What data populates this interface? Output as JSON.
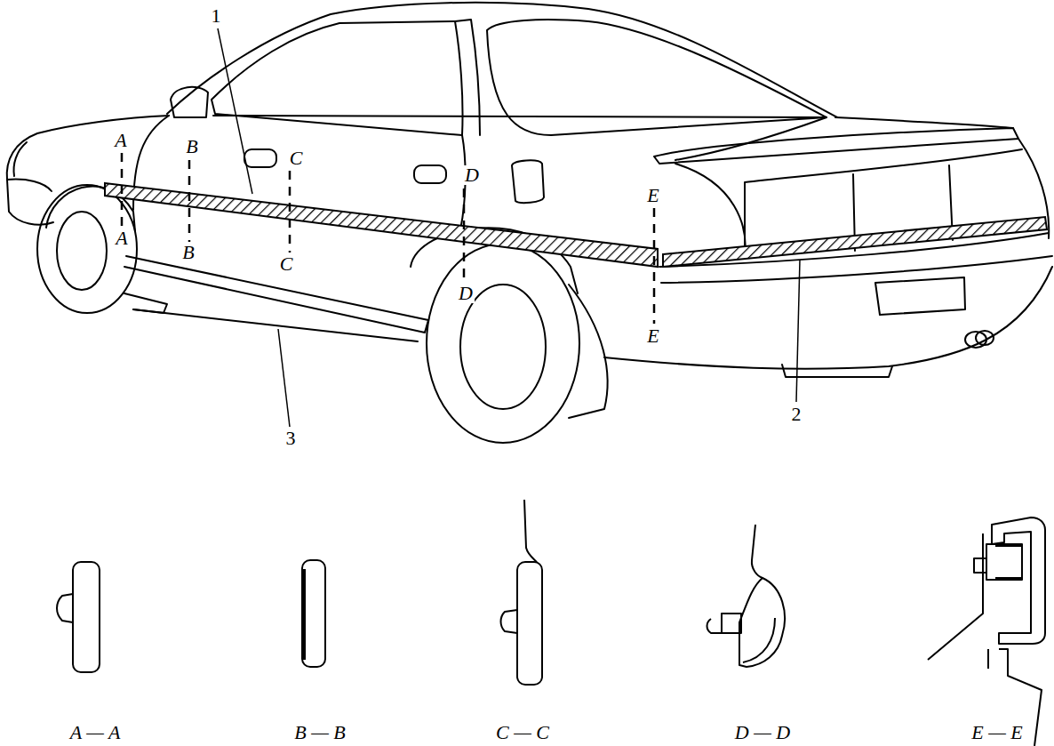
{
  "diagram": {
    "labels": [
      "1",
      "A",
      "B",
      "C",
      "D",
      "E",
      "A",
      "B",
      "C",
      "D",
      "E",
      "2",
      "3",
      "A — A",
      "B — B",
      "C — C",
      "D — D",
      "E — E"
    ]
  }
}
